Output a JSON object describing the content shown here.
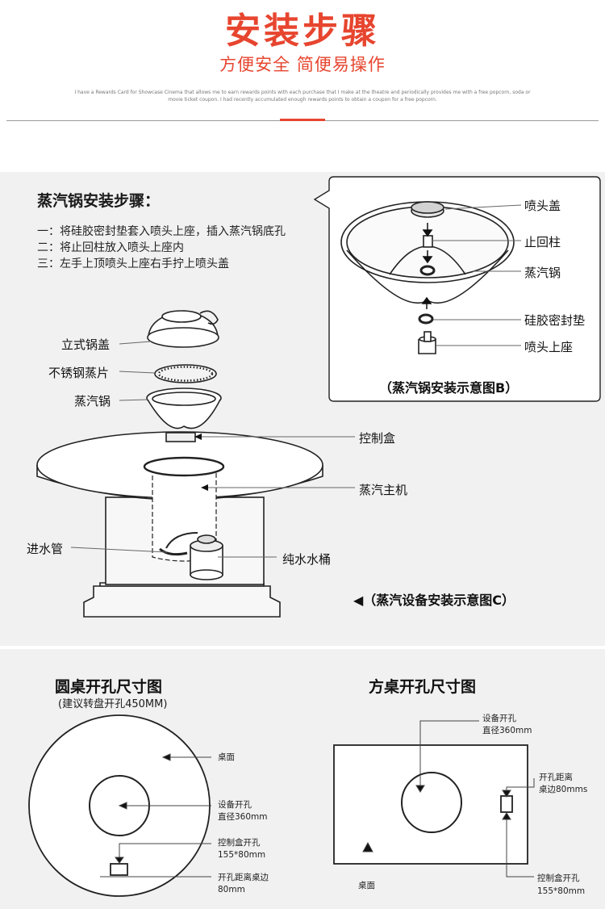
{
  "header": {
    "title": "安装步骤",
    "subtitle": "方便安全 简便易操作",
    "fine_print": "I have a Rewards Card for Showcase Cinema that allows me to earn rewards points with each purchase that I make at the theatre and periodically provides me with a free popcorn, soda or movie ticket coupon. I had recently accumulated enough rewards points to obtain a coupon for a free popcorn."
  },
  "steamer": {
    "heading": "蒸汽锅安装步骤：",
    "steps": [
      "一：将硅胶密封垫套入喷头上座，插入蒸汽锅底孔",
      "二：将止回柱放入喷头上座内",
      "三：左手上顶喷头上座右手拧上喷头盖"
    ],
    "parts": [
      "立式锅盖",
      "不锈钢蒸片",
      "蒸汽锅"
    ]
  },
  "diagram_b": {
    "labels": [
      "喷头盖",
      "止回柱",
      "蒸汽锅",
      "硅胶密封垫",
      "喷头上座"
    ],
    "caption": "（蒸汽锅安装示意图B）"
  },
  "diagram_c": {
    "labels": [
      "控制盒",
      "蒸汽主机",
      "进水管",
      "纯水水桶"
    ],
    "caption": "◀（蒸汽设备安装示意图C）"
  },
  "round_table": {
    "title": "圆桌开孔尺寸图",
    "note": "(建议转盘开孔450MM)",
    "labels": [
      "桌面",
      "设备开孔",
      "直径360mm",
      "控制盒开孔",
      "155*80mm",
      "开孔距离桌边",
      "80mm"
    ]
  },
  "square_table": {
    "title": "方桌开孔尺寸图",
    "labels": [
      "设备开孔",
      "直径360mm",
      "开孔距离",
      "桌边80mms",
      "桌面",
      "控制盒开孔",
      "155*80mm"
    ]
  }
}
